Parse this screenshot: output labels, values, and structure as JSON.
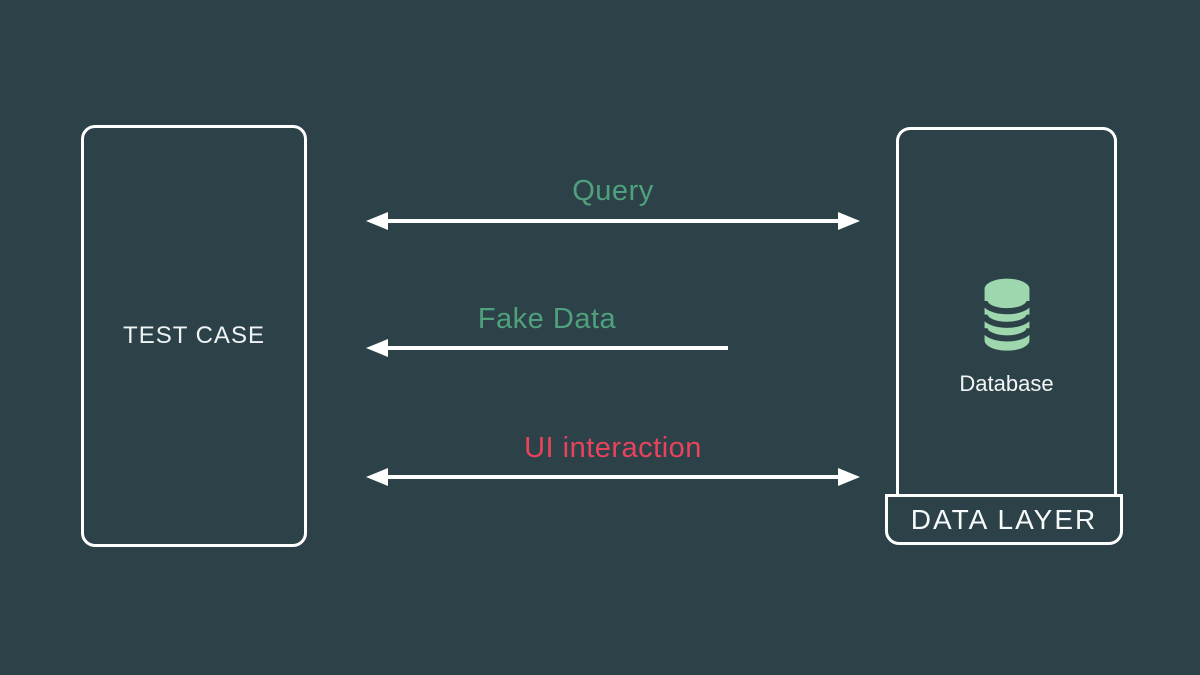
{
  "canvas": {
    "background_color": "#2d4248"
  },
  "colors": {
    "box_stroke": "#ffffff",
    "arrow_color": "#ffffff",
    "green_accent": "#4fa17e",
    "red_accent": "#e8435c",
    "database_icon_mint": "#9ed7ae"
  },
  "left_box": {
    "label": "TEST CASE"
  },
  "right_box": {
    "icon": "database-icon",
    "database_label": "Database",
    "footer_label": "DATA LAYER"
  },
  "arrows": [
    {
      "label": "Query",
      "color": "green",
      "direction": "both"
    },
    {
      "label": "Fake Data",
      "color": "green",
      "direction": "left"
    },
    {
      "label": "UI interaction",
      "color": "red",
      "direction": "both"
    }
  ]
}
